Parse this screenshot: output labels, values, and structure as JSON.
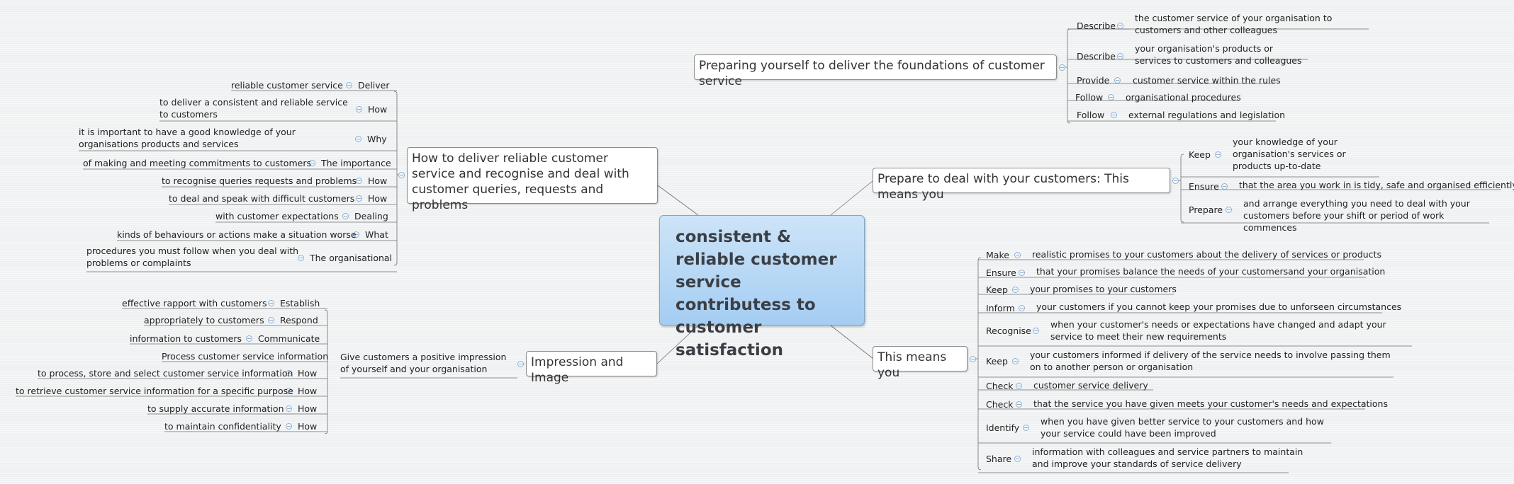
{
  "central": {
    "title": "consistent & reliable customer service contributess to customer satisfaction"
  },
  "colors": {
    "central_fill": "#a4cdf2",
    "line": "#6f6f6f"
  },
  "icons": {
    "collapse": "collapse-toggle-icon"
  },
  "topics": {
    "preparing": {
      "title": "Preparing yourself to deliver the foundations of customer service",
      "items": [
        {
          "label": "Describe",
          "detail": "the customer service of your organisation to customers and other colleagues"
        },
        {
          "label": "Describe",
          "detail": "your organisation's products or services to customers and colleagues"
        },
        {
          "label": "Provide",
          "detail": "customer service within the rules"
        },
        {
          "label": "Follow",
          "detail": "organisational procedures"
        },
        {
          "label": "Follow",
          "detail": "external regulations and legislation"
        }
      ]
    },
    "prepare_deal": {
      "title": "Prepare to deal with your customers: This means you",
      "items": [
        {
          "label": "Keep",
          "detail": "your knowledge of your organisation's services or products up-to-date"
        },
        {
          "label": "Ensure",
          "detail": "that the area you work in is tidy, safe and organised efficiently"
        },
        {
          "label": "Prepare",
          "detail": "and arrange everything you need to deal with your customers before your shift or period of work commences"
        }
      ]
    },
    "this_means": {
      "title": "This means you",
      "items": [
        {
          "label": "Make",
          "detail": "realistic  promises to your customers about the delivery of services or products"
        },
        {
          "label": "Ensure",
          "detail": "that your promises balance the needs of your customersand your organisation"
        },
        {
          "label": "Keep",
          "detail": "your promises to your customers"
        },
        {
          "label": "Inform",
          "detail": "your customers if you cannot keep your promises due to unforseen circumstances"
        },
        {
          "label": "Recognise",
          "detail": "when your customer's needs or expectations have changed and adapt your service to meet their new requirements"
        },
        {
          "label": "Keep",
          "detail": "your customers informed if delivery of the service needs to involve passing them on to another person or organisation"
        },
        {
          "label": "Check",
          "detail": "customer service delivery"
        },
        {
          "label": "Check",
          "detail": "that the service you have given meets your customer's needs and expectations"
        },
        {
          "label": "Identify",
          "detail": "when you have given better service to your customers and how your service could have been improved"
        },
        {
          "label": "Share",
          "detail": "information with colleagues and service partners to maintain and improve your standards of service delivery"
        }
      ]
    },
    "reliable": {
      "title": "How to deliver reliable customer service and recognise and deal with customer queries, requests and problems",
      "items": [
        {
          "label": "Deliver",
          "detail": "reliable customer service"
        },
        {
          "label": "How",
          "detail": "to deliver a consistent and reliable service to customers"
        },
        {
          "label": "Why",
          "detail": "it is important to have a good knowledge of your organisations products and services"
        },
        {
          "label": "The importance",
          "detail": "of making and meeting commitments to customers"
        },
        {
          "label": "How",
          "detail": "to recognise queries requests and problems"
        },
        {
          "label": "How",
          "detail": "to deal and speak with difficult customers"
        },
        {
          "label": "Dealing",
          "detail": "with customer expectations"
        },
        {
          "label": "What",
          "detail": "kinds of behaviours or actions make a situation worse"
        },
        {
          "label": "The organisational",
          "detail": "procedures you must follow when you deal with problems or complaints"
        }
      ]
    },
    "impression": {
      "title": "Impression and Image",
      "sub": "Give customers a positive impression of yourself and your organisation",
      "items": [
        {
          "label": "Establish",
          "detail": "effective rapport with customers"
        },
        {
          "label": "Respond",
          "detail": "appropriately to customers"
        },
        {
          "label": "Communicate",
          "detail": "information to customers"
        },
        {
          "label": "",
          "detail": "Process customer service information"
        },
        {
          "label": "How",
          "detail": "to process, store and select customer service information"
        },
        {
          "label": "How",
          "detail": "to retrieve customer service information for a specific purpose"
        },
        {
          "label": "How",
          "detail": "to supply accurate information"
        },
        {
          "label": "How",
          "detail": "to maintain confidentiality"
        }
      ]
    }
  }
}
